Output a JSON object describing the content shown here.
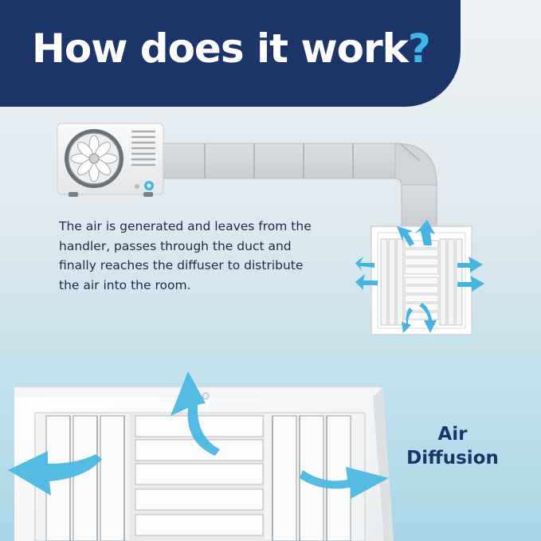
{
  "header": {
    "title_main": "How does it work",
    "title_mark": "?"
  },
  "description": {
    "line_1": "The air is generated and leaves from the",
    "line_2": "handler, passes through the duct and",
    "line_3": "finally reaches the diffuser to distribute",
    "line_4": "the air into the room."
  },
  "callout": {
    "line_1": "Air",
    "line_2": "Diffusion"
  },
  "colors": {
    "banner": "#1b3568",
    "accent": "#3fb6e6",
    "arrow": "#45b5e0",
    "text": "#1d2a4d"
  },
  "icons": [
    "ac-unit-illustration",
    "air-duct-illustration",
    "diffuser-small-illustration",
    "diffuser-large-illustration",
    "airflow-arrow-icon"
  ]
}
